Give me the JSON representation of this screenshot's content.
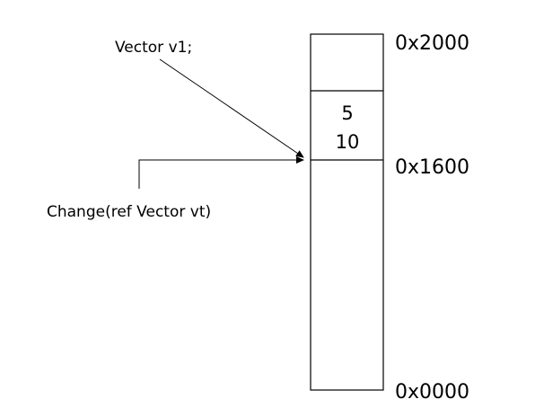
{
  "labels": {
    "vector_decl": "Vector v1;",
    "change_call": "Change(ref Vector vt)"
  },
  "memory": {
    "addresses": {
      "top": "0x2000",
      "mid": "0x1600",
      "bottom": "0x0000"
    },
    "values": [
      "5",
      "10"
    ]
  },
  "colors": {
    "stroke": "#000000",
    "background": "#ffffff"
  }
}
